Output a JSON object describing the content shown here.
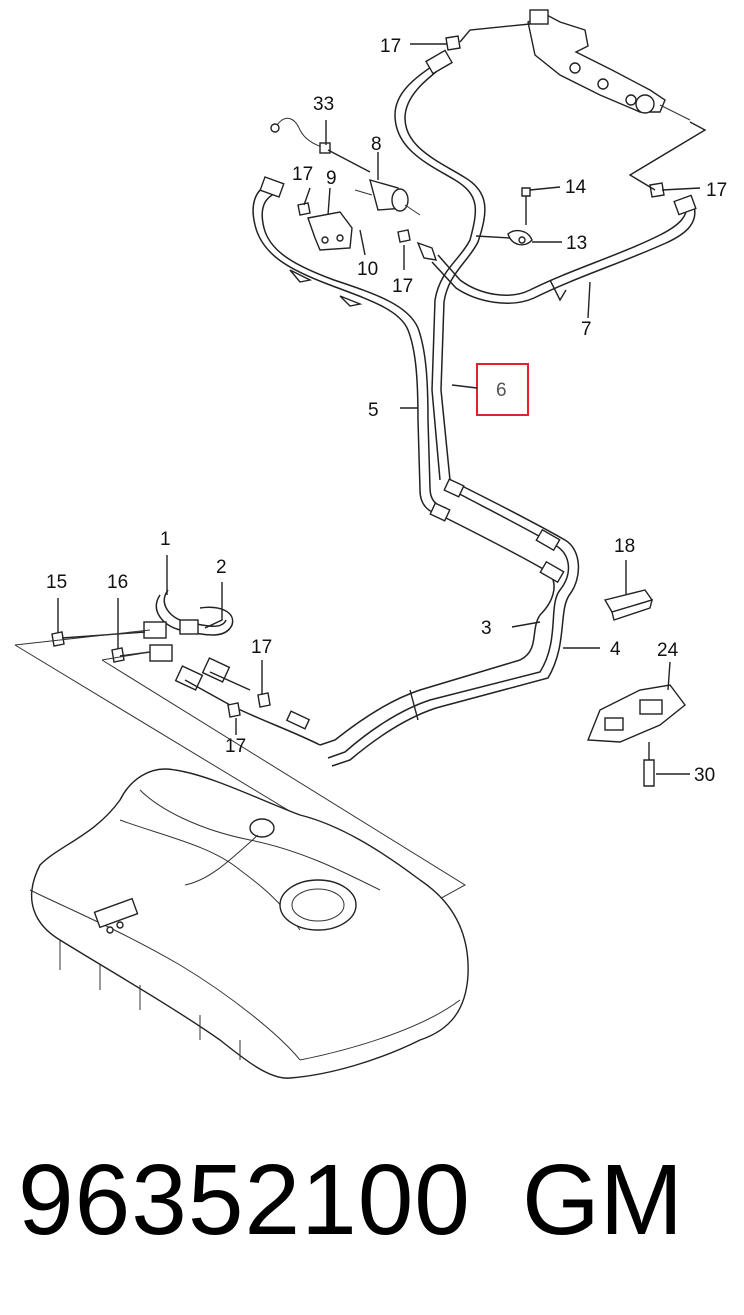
{
  "diagram": {
    "callouts": {
      "c17_top": "17",
      "c33": "33",
      "c8": "8",
      "c17_a": "17",
      "c9": "9",
      "c14": "14",
      "c17_right": "17",
      "c13": "13",
      "c10": "10",
      "c17_b": "17",
      "c7": "7",
      "c6": "6",
      "c5": "5",
      "c1": "1",
      "c2": "2",
      "c15": "15",
      "c16": "16",
      "c18": "18",
      "c3": "3",
      "c4": "4",
      "c17_c": "17",
      "c24": "24",
      "c17_d": "17",
      "c30": "30"
    },
    "highlighted_callout": "6",
    "colors": {
      "highlight": "#e3202f",
      "line": "#222222"
    }
  },
  "footer": {
    "part_number": "96352100",
    "brand": "GM"
  }
}
